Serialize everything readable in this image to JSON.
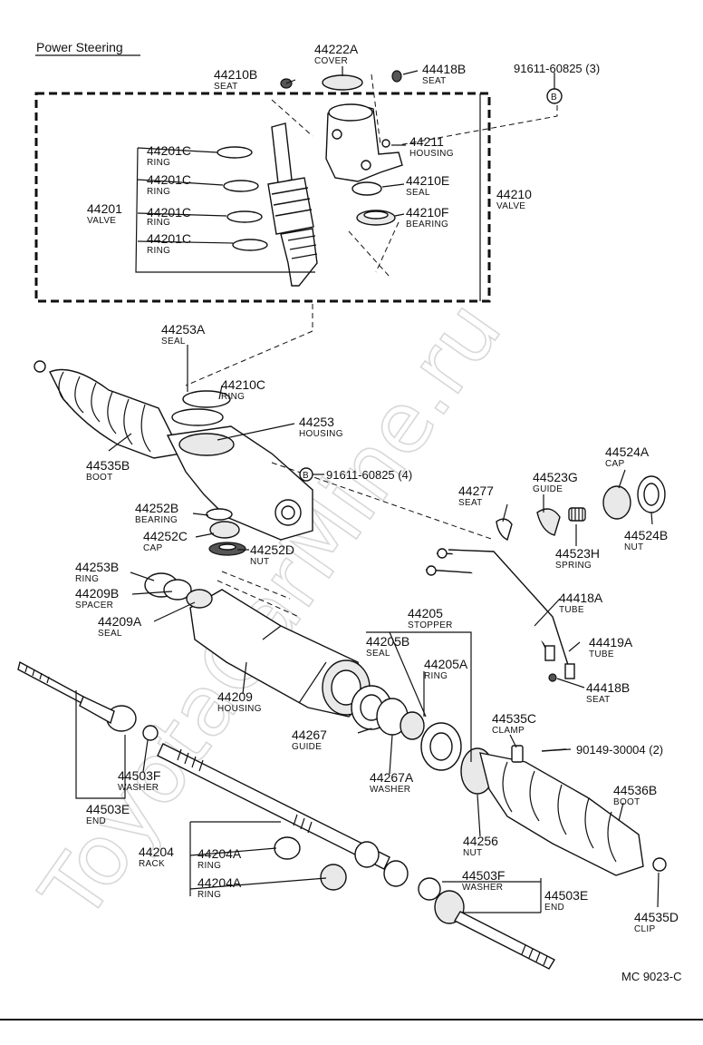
{
  "title": "Power Steering",
  "footer_code": "MC 9023-C",
  "watermark": "ToyotaCarMine.ru",
  "callouts": [
    {
      "id": "c01",
      "number": "44222A",
      "name": "COVER"
    },
    {
      "id": "c02",
      "number": "44210B",
      "name": "SEAT"
    },
    {
      "id": "c03",
      "number": "44418B",
      "name": "SEAT"
    },
    {
      "id": "c04",
      "number": "91611-60825 (3)",
      "name": ""
    },
    {
      "id": "c05",
      "number": "44211",
      "name": "HOUSING"
    },
    {
      "id": "c06",
      "number": "44210E",
      "name": "SEAL"
    },
    {
      "id": "c07",
      "number": "44210",
      "name": "VALVE"
    },
    {
      "id": "c08",
      "number": "44210F",
      "name": "BEARING"
    },
    {
      "id": "c09",
      "number": "44201C",
      "name": "RING"
    },
    {
      "id": "c10",
      "number": "44201C",
      "name": "RING"
    },
    {
      "id": "c11",
      "number": "44201C",
      "name": "RING"
    },
    {
      "id": "c12",
      "number": "44201C",
      "name": "RING"
    },
    {
      "id": "c13",
      "number": "44201",
      "name": "VALVE"
    },
    {
      "id": "c14",
      "number": "44253A",
      "name": "SEAL"
    },
    {
      "id": "c15",
      "number": "44210C",
      "name": "RING"
    },
    {
      "id": "c16",
      "number": "44253",
      "name": "HOUSING"
    },
    {
      "id": "c17",
      "number": "44535B",
      "name": "BOOT"
    },
    {
      "id": "c18",
      "number": "91611-60825 (4)",
      "name": ""
    },
    {
      "id": "c19",
      "number": "44252B",
      "name": "BEARING"
    },
    {
      "id": "c20",
      "number": "44252C",
      "name": "CAP"
    },
    {
      "id": "c21",
      "number": "44252D",
      "name": "NUT"
    },
    {
      "id": "c22",
      "number": "44524A",
      "name": "CAP"
    },
    {
      "id": "c23",
      "number": "44277",
      "name": "SEAT"
    },
    {
      "id": "c24",
      "number": "44523G",
      "name": "GUIDE"
    },
    {
      "id": "c25",
      "number": "44524B",
      "name": "NUT"
    },
    {
      "id": "c26",
      "number": "44523H",
      "name": "SPRING"
    },
    {
      "id": "c27",
      "number": "44253B",
      "name": "RING"
    },
    {
      "id": "c28",
      "number": "44209B",
      "name": "SPACER"
    },
    {
      "id": "c29",
      "number": "44209A",
      "name": "SEAL"
    },
    {
      "id": "c30",
      "number": "44418A",
      "name": "TUBE"
    },
    {
      "id": "c31",
      "number": "44205",
      "name": "STOPPER"
    },
    {
      "id": "c32",
      "number": "44205B",
      "name": "SEAL"
    },
    {
      "id": "c33",
      "number": "44205A",
      "name": "RING"
    },
    {
      "id": "c34",
      "number": "44419A",
      "name": "TUBE"
    },
    {
      "id": "c35",
      "number": "44418B",
      "name": "SEAT"
    },
    {
      "id": "c36",
      "number": "44209",
      "name": "HOUSING"
    },
    {
      "id": "c37",
      "number": "44535C",
      "name": "CLAMP"
    },
    {
      "id": "c38",
      "number": "44267",
      "name": "GUIDE"
    },
    {
      "id": "c39",
      "number": "90149-30004 (2)",
      "name": ""
    },
    {
      "id": "c40",
      "number": "44503F",
      "name": "WASHER"
    },
    {
      "id": "c41",
      "number": "44267A",
      "name": "WASHER"
    },
    {
      "id": "c42",
      "number": "44536B",
      "name": "BOOT"
    },
    {
      "id": "c43",
      "number": "44503E",
      "name": "END"
    },
    {
      "id": "c44",
      "number": "44256",
      "name": "NUT"
    },
    {
      "id": "c45",
      "number": "44204",
      "name": "RACK"
    },
    {
      "id": "c46",
      "number": "44204A",
      "name": "RING"
    },
    {
      "id": "c47",
      "number": "44204A",
      "name": "RING"
    },
    {
      "id": "c48",
      "number": "44503F",
      "name": "WASHER"
    },
    {
      "id": "c49",
      "number": "44503E",
      "name": "END"
    },
    {
      "id": "c50",
      "number": "44535D",
      "name": "CLIP"
    }
  ],
  "bolt_marker": "B"
}
